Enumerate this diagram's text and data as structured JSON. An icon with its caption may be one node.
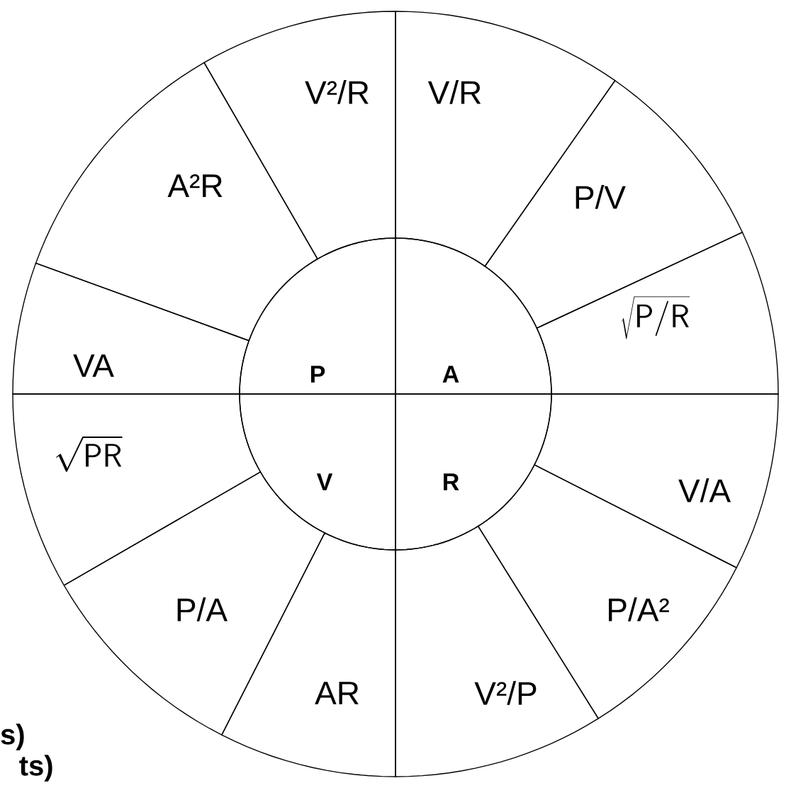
{
  "diagram": {
    "nodes": [
      {
        "text": [
          "P"
        ]
      },
      {
        "text": [
          "A"
        ]
      },
      {
        "text": [
          "V"
        ]
      },
      {
        "text": [
          "R"
        ]
      },
      {
        "text": [
          "V/R"
        ]
      },
      {
        "text": [
          "P/V"
        ]
      },
      {
        "text": [
          "\\sqrt{\\mathsf{P/R}}"
        ]
      },
      {
        "text": [
          "V/A"
        ]
      },
      {
        "text": [
          "P/A²"
        ]
      },
      {
        "text": [
          "V²/P"
        ]
      },
      {
        "text": [
          "AR"
        ]
      },
      {
        "text": [
          "P/A"
        ]
      },
      {
        "text": [
          "\\sqrt{\\mathsf{PR}}"
        ]
      },
      {
        "text": [
          "VA"
        ]
      },
      {
        "text": [
          "A²R"
        ]
      },
      {
        "text": [
          "V²/R"
        ]
      }
    ],
    "labels": [
      "s)",
      "ts)"
    ]
  }
}
